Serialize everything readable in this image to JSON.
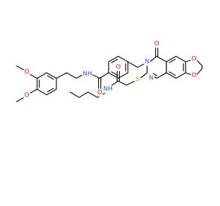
{
  "figure": {
    "kind": "chemical-structure",
    "background_color": "#ffffff",
    "bond_color": "#000000"
  },
  "atom_colors": {
    "O": "#ff0d0d",
    "N": "#3050f8",
    "S": "#c8a000",
    "C": "#000000"
  },
  "atoms": [
    {
      "id": "o_me1",
      "symbol": "O",
      "text": "O"
    },
    {
      "id": "o_me2",
      "symbol": "O",
      "text": "O"
    },
    {
      "id": "n_amide1",
      "symbol": "N",
      "text": "NH"
    },
    {
      "id": "o_amide1",
      "symbol": "O",
      "text": "O"
    },
    {
      "id": "o_ketone",
      "symbol": "O",
      "text": "O"
    },
    {
      "id": "n_ring1",
      "symbol": "N",
      "text": "N"
    },
    {
      "id": "n_ring2",
      "symbol": "N",
      "text": "N"
    },
    {
      "id": "s_thio",
      "symbol": "S",
      "text": "S"
    },
    {
      "id": "o_diox1",
      "symbol": "O",
      "text": "O"
    },
    {
      "id": "o_diox2",
      "symbol": "O",
      "text": "O"
    },
    {
      "id": "o_amide2",
      "symbol": "O",
      "text": "O"
    },
    {
      "id": "n_amide2",
      "symbol": "N",
      "text": "NH"
    }
  ]
}
